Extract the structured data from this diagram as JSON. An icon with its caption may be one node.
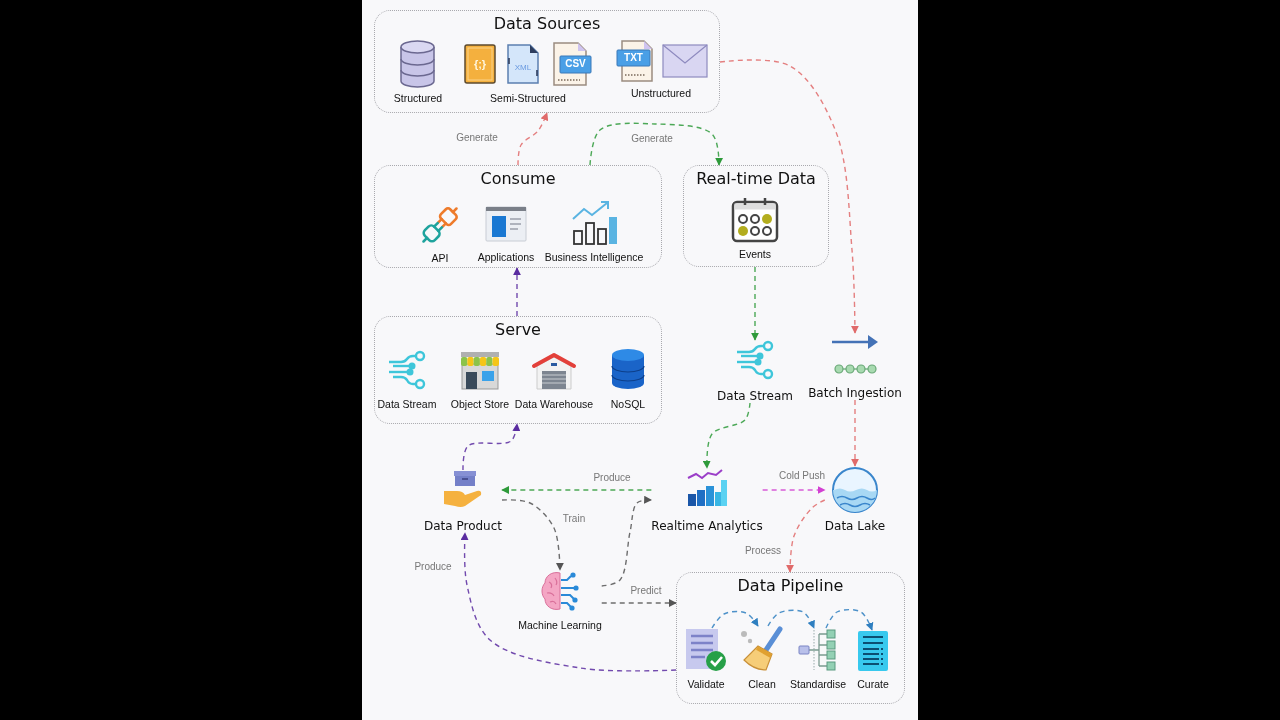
{
  "diagram": {
    "nodes": [
      {
        "text": [
          "Data Sources"
        ]
      },
      {
        "text": [
          "Structured"
        ],
        "in": 0
      },
      {
        "text": [
          "Semi-Structured"
        ],
        "in": 0
      },
      {
        "text": [
          "Unstructured"
        ],
        "in": 0
      },
      {
        "text": [
          "Consume"
        ]
      },
      {
        "text": [
          "API"
        ],
        "in": 4
      },
      {
        "text": [
          "Applications"
        ],
        "in": 4
      },
      {
        "text": [
          "Business Intelligence"
        ],
        "in": 4
      },
      {
        "text": [
          "Real-time Data"
        ]
      },
      {
        "text": [
          "Events"
        ],
        "in": 8
      },
      {
        "text": [
          "Serve"
        ]
      },
      {
        "text": [
          "Data Stream"
        ],
        "in": 10
      },
      {
        "text": [
          "Object Store"
        ],
        "in": 10
      },
      {
        "text": [
          "Data Warehouse"
        ],
        "in": 10
      },
      {
        "text": [
          "NoSQL"
        ],
        "in": 10
      },
      {
        "text": [
          "Data Stream"
        ]
      },
      {
        "text": [
          "Batch Ingestion"
        ]
      },
      {
        "text": [
          "Data Product"
        ]
      },
      {
        "text": [
          "Realtime Analytics"
        ]
      },
      {
        "text": [
          "Data Lake"
        ]
      },
      {
        "text": [
          "Machine Learning"
        ]
      },
      {
        "text": [
          "Data Pipeline"
        ]
      },
      {
        "text": [
          "Validate"
        ],
        "in": 21
      },
      {
        "text": [
          "Clean"
        ],
        "in": 21
      },
      {
        "text": [
          "Standardise"
        ],
        "in": 21
      },
      {
        "text": [
          "Curate"
        ],
        "in": 21
      }
    ],
    "edges": [
      {
        "from": 4,
        "to": 0,
        "arrow": "to",
        "label": "Generate",
        "style": "dashed",
        "color": "#e06a6a"
      },
      {
        "from": 4,
        "to": 8,
        "arrow": "to",
        "label": "Generate",
        "style": "dashed",
        "color": "#2e9a3a"
      },
      {
        "from": 0,
        "to": 16,
        "arrow": "to",
        "style": "dashed",
        "color": "#e06a6a"
      },
      {
        "from": 8,
        "to": 15,
        "arrow": "to",
        "style": "dashed",
        "color": "#2e9a3a"
      },
      {
        "from": 10,
        "to": 4,
        "arrow": "to",
        "style": "dashed",
        "color": "#5a2ca0"
      },
      {
        "from": 17,
        "to": 10,
        "arrow": "to",
        "style": "dashed",
        "color": "#5a2ca0"
      },
      {
        "from": 15,
        "to": 18,
        "arrow": "to",
        "style": "dashed",
        "color": "#2e9a3a"
      },
      {
        "from": 16,
        "to": 19,
        "arrow": "to",
        "style": "dashed",
        "color": "#e06a6a"
      },
      {
        "from": 18,
        "to": 17,
        "arrow": "to",
        "label": "Produce",
        "style": "dashed",
        "color": "#2e9a3a"
      },
      {
        "from": 18,
        "to": 19,
        "arrow": "to",
        "label": "Cold Push",
        "style": "dashed",
        "color": "#d23fd2"
      },
      {
        "from": 17,
        "to": 20,
        "arrow": "to",
        "label": "Train",
        "style": "dashed",
        "color": "#555555"
      },
      {
        "from": 20,
        "to": 18,
        "arrow": "to",
        "style": "dashed",
        "color": "#555555"
      },
      {
        "from": 20,
        "to": 21,
        "arrow": "to",
        "label": "Predict",
        "style": "dashed",
        "color": "#555555"
      },
      {
        "from": 19,
        "to": 21,
        "arrow": "to",
        "label": "Process",
        "style": "dashed",
        "color": "#e06a6a"
      },
      {
        "from": 21,
        "to": 17,
        "arrow": "to",
        "label": "Produce",
        "style": "dashed",
        "color": "#5a2ca0"
      },
      {
        "from": 22,
        "to": 23,
        "arrow": "to",
        "style": "dashed",
        "color": "#2f7fc0"
      },
      {
        "from": 23,
        "to": 24,
        "arrow": "to",
        "style": "dashed",
        "color": "#2f7fc0"
      },
      {
        "from": 24,
        "to": 25,
        "arrow": "to",
        "style": "dashed",
        "color": "#2f7fc0"
      }
    ],
    "labels": [
      "{;}",
      "XML",
      "CSV",
      "TXT"
    ]
  }
}
